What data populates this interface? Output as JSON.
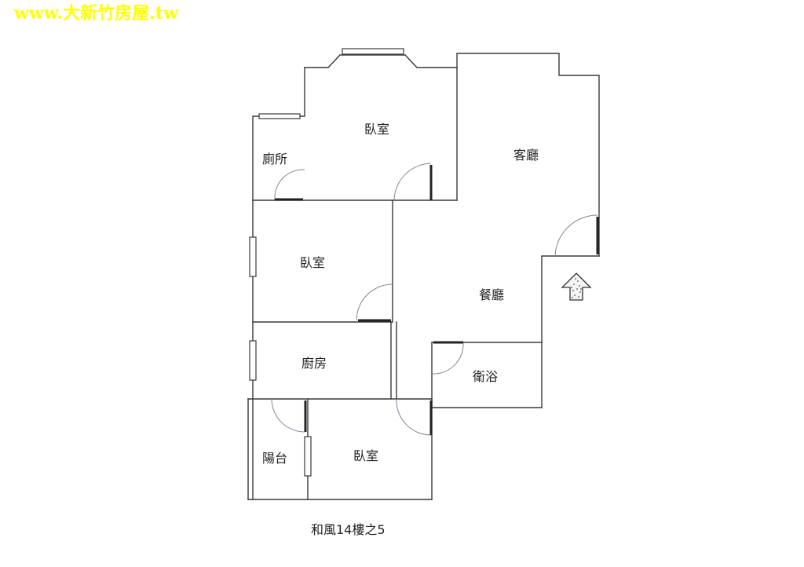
{
  "watermark": {
    "text": "www.大新竹房屋.tw",
    "color": "#ffff00"
  },
  "colors": {
    "wall": "#3a3a3a",
    "door_arc": "#7a8a9a",
    "window": "#3a3a3a",
    "label": "#222222",
    "background": "#ffffff"
  },
  "rooms": {
    "toilet": "廁所",
    "bedroom_top": "臥室",
    "living_room": "客廳",
    "bedroom_middle": "臥室",
    "dining_room": "餐廳",
    "kitchen": "廚房",
    "bathroom": "衛浴",
    "balcony": "陽台",
    "bedroom_bottom": "臥室"
  },
  "entrance_icon": "up-arrow-icon",
  "caption": "和風14樓之5"
}
